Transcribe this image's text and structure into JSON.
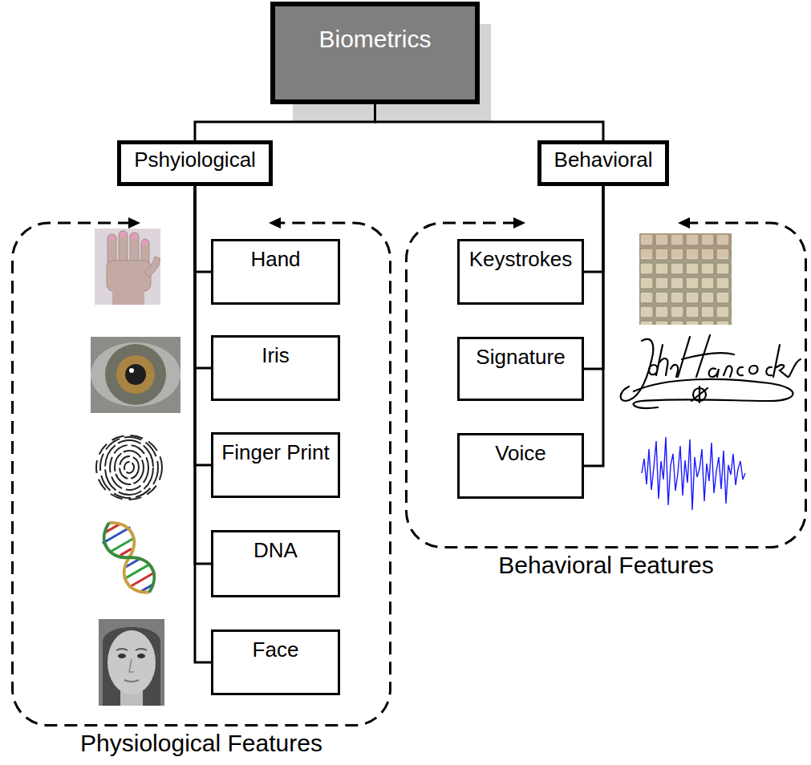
{
  "diagram": {
    "nodes": [
      {
        "text": [
          "Biometrics"
        ]
      },
      {
        "text": [
          "Pshyiological"
        ]
      },
      {
        "text": [
          "Behavioral"
        ]
      },
      {
        "text": [
          "Physiological Features"
        ]
      },
      {
        "text": [
          "Hand"
        ],
        "in": 3
      },
      {
        "text": [
          "Iris"
        ],
        "in": 3
      },
      {
        "text": [
          "Finger Print"
        ],
        "in": 3
      },
      {
        "text": [
          "DNA"
        ],
        "in": 3
      },
      {
        "text": [
          "Face"
        ],
        "in": 3
      },
      {
        "text": [
          "Behavioral Features"
        ]
      },
      {
        "text": [
          "Keystrokes"
        ],
        "in": 9
      },
      {
        "text": [
          "Signature"
        ],
        "in": 9
      },
      {
        "text": [
          "Voice"
        ],
        "in": 9
      }
    ],
    "edges": [
      {
        "from": 0,
        "to": 1,
        "arrow": "none"
      },
      {
        "from": 0,
        "to": 2,
        "arrow": "none"
      },
      {
        "from": 1,
        "to": 4,
        "arrow": "none"
      },
      {
        "from": 1,
        "to": 5,
        "arrow": "none"
      },
      {
        "from": 1,
        "to": 6,
        "arrow": "none"
      },
      {
        "from": 1,
        "to": 7,
        "arrow": "none"
      },
      {
        "from": 1,
        "to": 8,
        "arrow": "none"
      },
      {
        "from": 2,
        "to": 10,
        "arrow": "none"
      },
      {
        "from": 2,
        "to": 11,
        "arrow": "none"
      },
      {
        "from": 2,
        "to": 12,
        "arrow": "none"
      }
    ]
  }
}
